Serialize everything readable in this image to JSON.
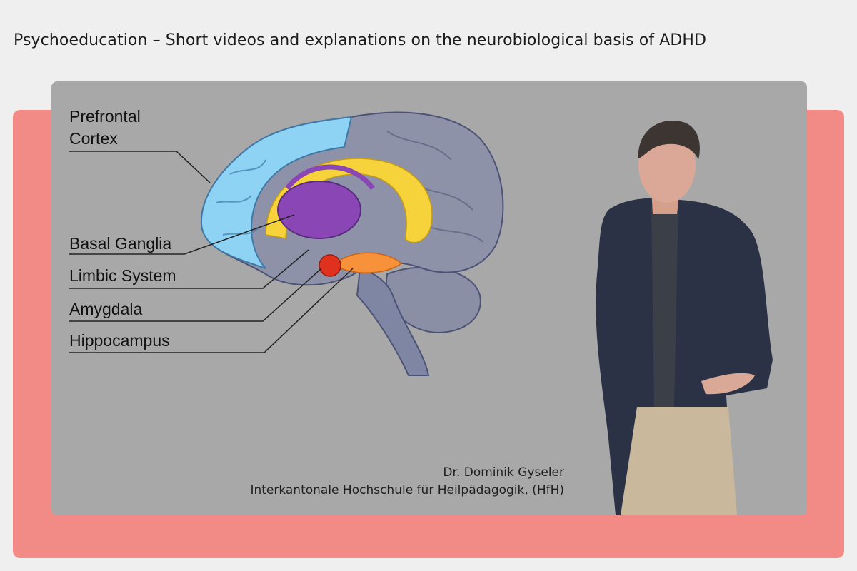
{
  "page": {
    "title": "Psychoeducation – Short videos and explanations on the neurobiological basis of ADHD"
  },
  "video": {
    "labels": {
      "prefrontal_line1": "Prefrontal",
      "prefrontal_line2": "Cortex",
      "basal_ganglia": "Basal Ganglia",
      "limbic_system": "Limbic System",
      "amygdala": "Amygdala",
      "hippocampus": "Hippocampus"
    },
    "caption": {
      "name": "Dr. Dominik Gyseler",
      "institution": "Interkantonale Hochschule für Heilpädagogik, (HfH)"
    }
  },
  "colors": {
    "accent_panel": "#f28b85",
    "video_background": "#a8a8a8",
    "prefrontal": "#8fd3f4",
    "cortex": "#8d92a8",
    "limbic": "#f6d33a",
    "basal_ganglia": "#8a46b4",
    "amygdala": "#e0301e",
    "hippocampus": "#f7913a"
  }
}
